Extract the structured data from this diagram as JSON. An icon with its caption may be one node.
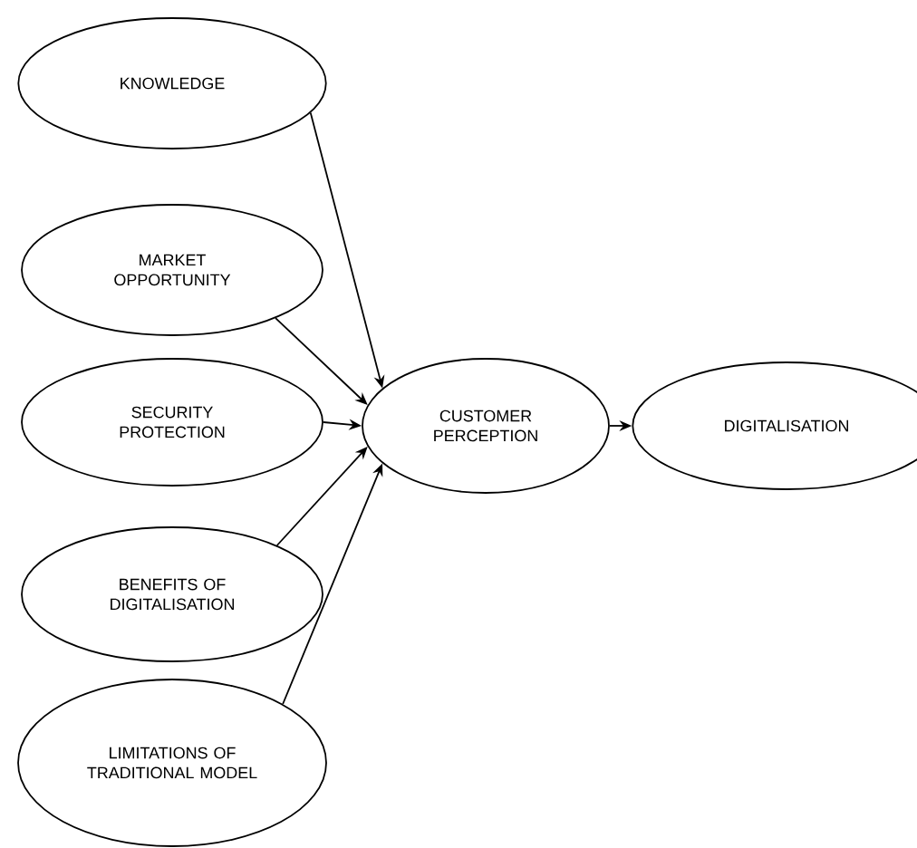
{
  "diagram": {
    "nodes": [
      {
        "text": [
          "KNOWLEDGE"
        ]
      },
      {
        "text": [
          "MARKET OPPORTUNITY"
        ]
      },
      {
        "text": [
          "SECURITY PROTECTION"
        ]
      },
      {
        "text": [
          "BENEFITS OF DIGITALISATION"
        ]
      },
      {
        "text": [
          "LIMITATIONS OF TRADITIONAL MODEL"
        ]
      },
      {
        "text": [
          "CUSTOMER PERCEPTION"
        ]
      },
      {
        "text": [
          "DIGITALISATION"
        ]
      }
    ],
    "edges": [
      {
        "from": 0,
        "to": 5,
        "arrow": "to"
      },
      {
        "from": 1,
        "to": 5,
        "arrow": "to"
      },
      {
        "from": 2,
        "to": 5,
        "arrow": "to"
      },
      {
        "from": 3,
        "to": 5,
        "arrow": "to"
      },
      {
        "from": 4,
        "to": 5,
        "arrow": "to"
      },
      {
        "from": 5,
        "to": 6,
        "arrow": "to"
      }
    ]
  }
}
